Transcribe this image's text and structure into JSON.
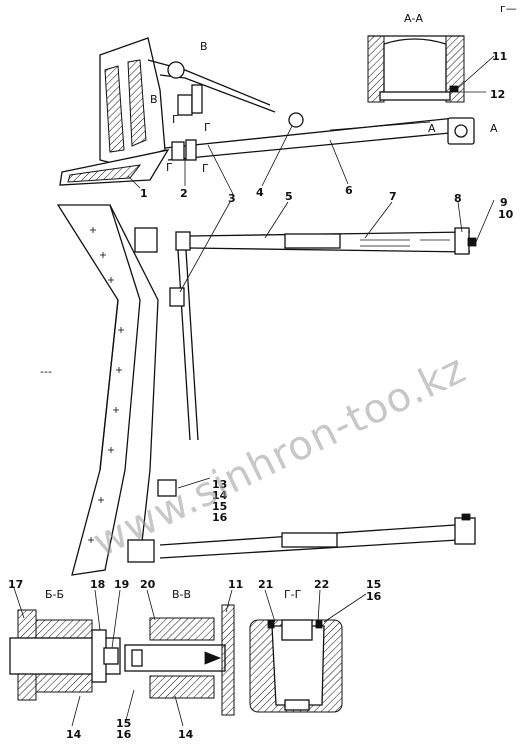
{
  "watermark": "www.sinhron-too.kz",
  "corner_mark": "г—",
  "callouts": [
    "1",
    "2",
    "3",
    "4",
    "5",
    "6",
    "7",
    "8",
    "9",
    "10",
    "11",
    "12",
    "13",
    "14",
    "15",
    "16",
    "17",
    "18",
    "19",
    "20",
    "21",
    "22"
  ],
  "section_labels": {
    "aa": "А-А",
    "bb": "Б-Б",
    "vv": "В-В",
    "gg": "Г-Г",
    "a_mark": "А",
    "v_mark": "В",
    "g_mark": "Г"
  }
}
